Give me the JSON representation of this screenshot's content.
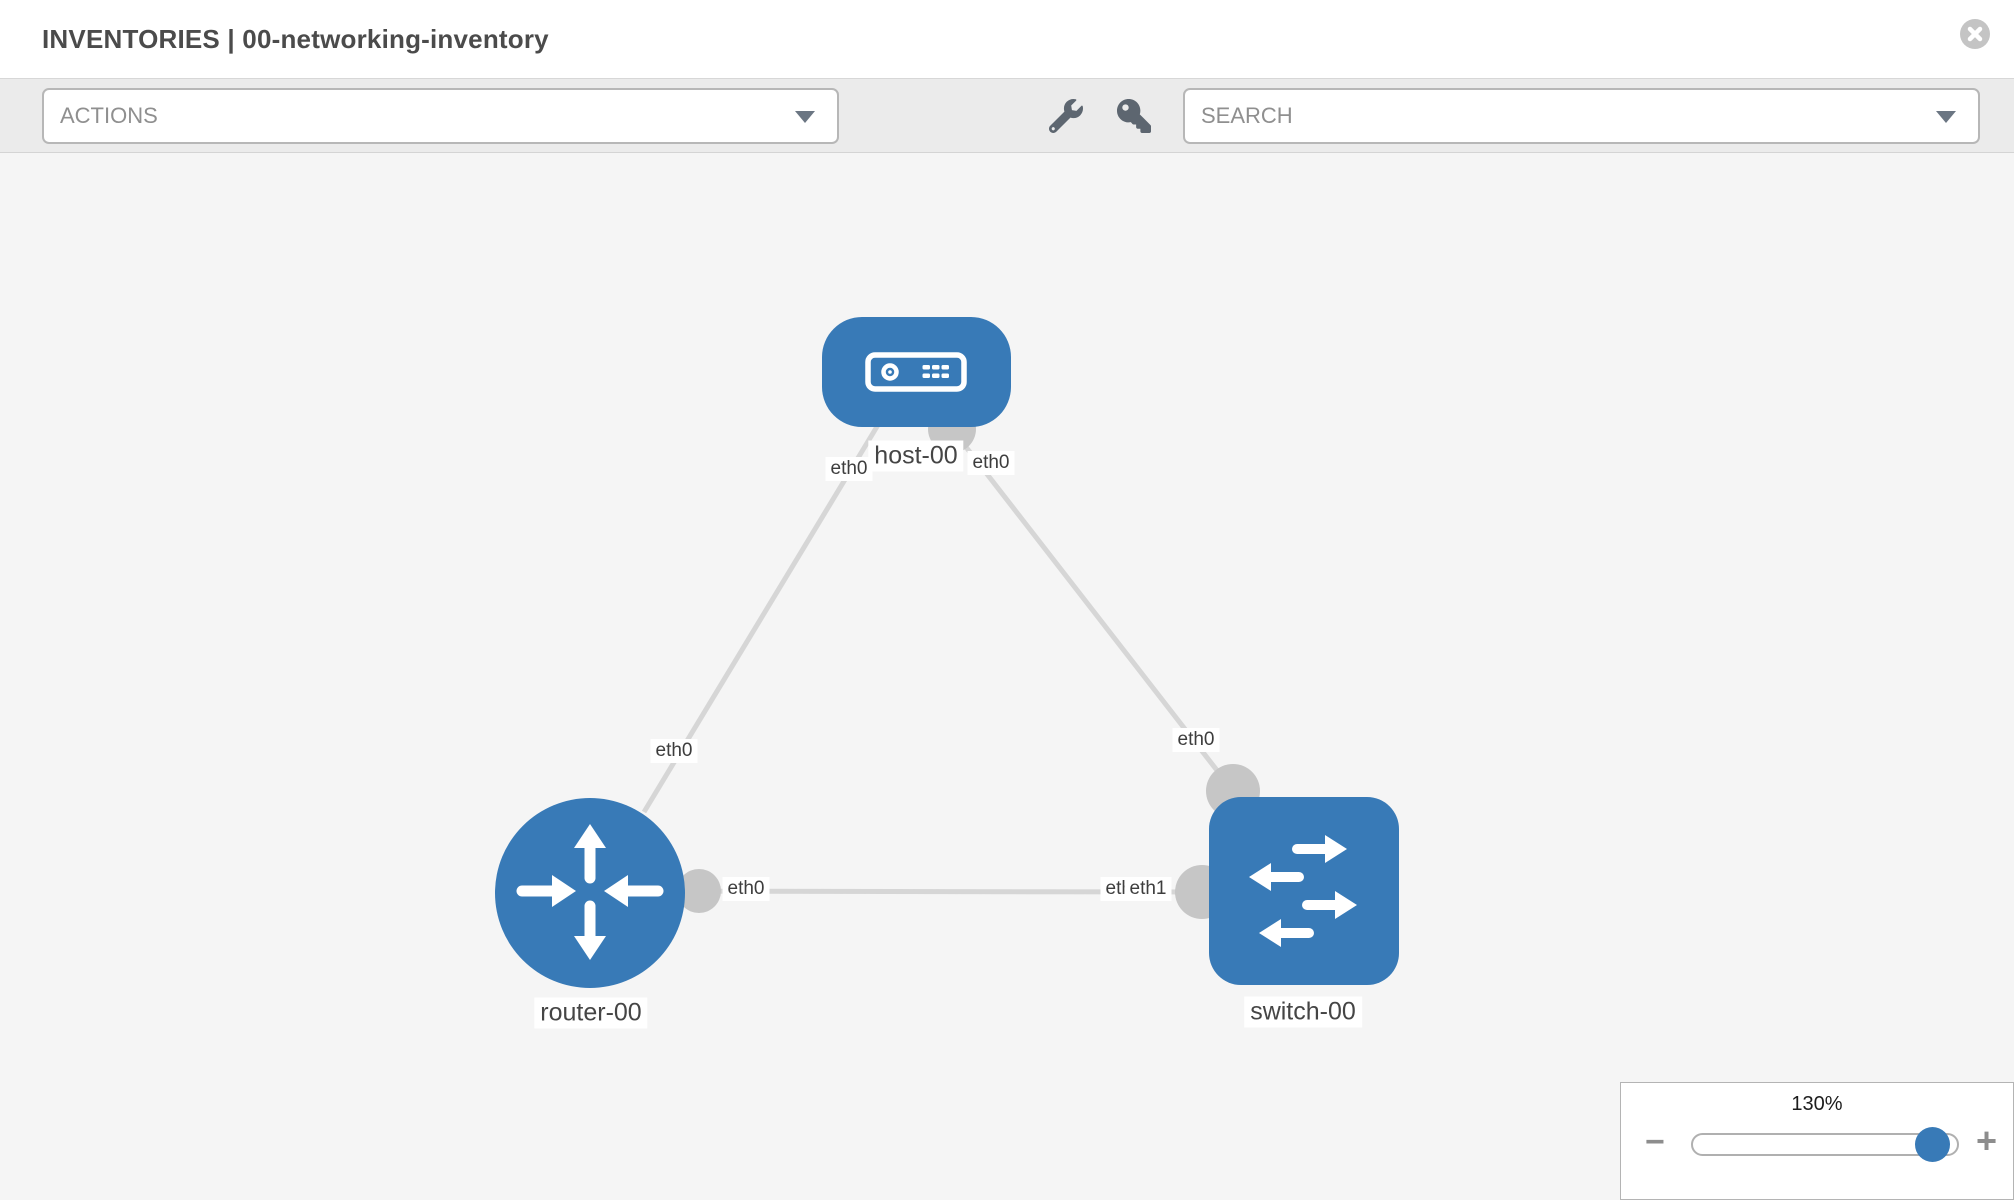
{
  "header": {
    "title": "INVENTORIES | 00-networking-inventory"
  },
  "toolbar": {
    "actions_label": "ACTIONS",
    "search_placeholder": "SEARCH"
  },
  "icons": {
    "close": "x-circle",
    "actions_caret": "caret-down",
    "search_caret": "caret-down",
    "tool_1": "wrench",
    "tool_2": "key",
    "zoom_out": "minus",
    "zoom_in": "plus"
  },
  "topology": {
    "nodes": [
      {
        "id": "host-00",
        "type": "host",
        "shape": "rounded-rect",
        "label": "host-00"
      },
      {
        "id": "router-00",
        "type": "router",
        "shape": "circle",
        "label": "router-00"
      },
      {
        "id": "switch-00",
        "type": "switch",
        "shape": "rounded-square",
        "label": "switch-00"
      }
    ],
    "links": [
      {
        "from": "host-00",
        "to": "router-00",
        "from_interface": "eth0",
        "to_interface": "eth0"
      },
      {
        "from": "host-00",
        "to": "switch-00",
        "from_interface": "eth0",
        "to_interface": "eth0"
      },
      {
        "from": "router-00",
        "to": "switch-00",
        "from_interface": "eth0",
        "to_interface": "eth1"
      }
    ],
    "interface_labels": {
      "host_left": "eth0",
      "host_right": "eth0",
      "router_link_mid": "eth0",
      "switch_link_mid": "eth0",
      "router_side": "eth0",
      "switch_side_under": "eth0",
      "switch_side_over": "eth1"
    }
  },
  "zoom_control": {
    "value": "130%",
    "minus_label": "−",
    "plus_label": "+"
  },
  "colors": {
    "node_blue": "#387ab7",
    "link_gray": "#d6d6d6",
    "interface_gray": "#c6c6c6",
    "canvas_bg": "#f5f5f5"
  }
}
